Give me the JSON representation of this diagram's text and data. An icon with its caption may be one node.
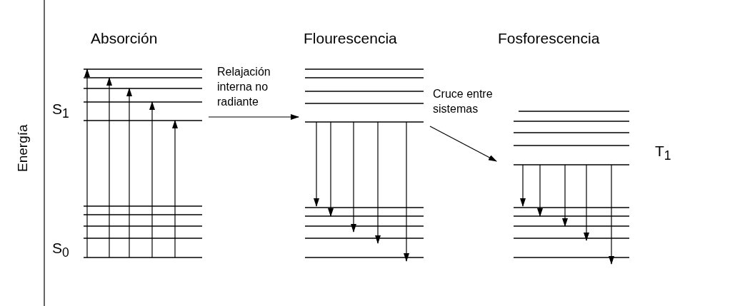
{
  "diagram": {
    "nodes": [
      {
        "text": [
          "Absorción"
        ]
      },
      {
        "text": [
          "Flourescencia"
        ]
      },
      {
        "text": [
          "Fosforescencia"
        ]
      }
    ],
    "edges": [
      {
        "from": 0,
        "to": 1,
        "arrow": "to",
        "label": "Relajación interna no radiante"
      },
      {
        "from": 1,
        "to": 2,
        "arrow": "to",
        "label": "Cruce entre sistemas"
      }
    ],
    "labels": [
      "Energía",
      "S$_{1}$",
      "S$_{0}$",
      "T$_{1}$"
    ]
  }
}
